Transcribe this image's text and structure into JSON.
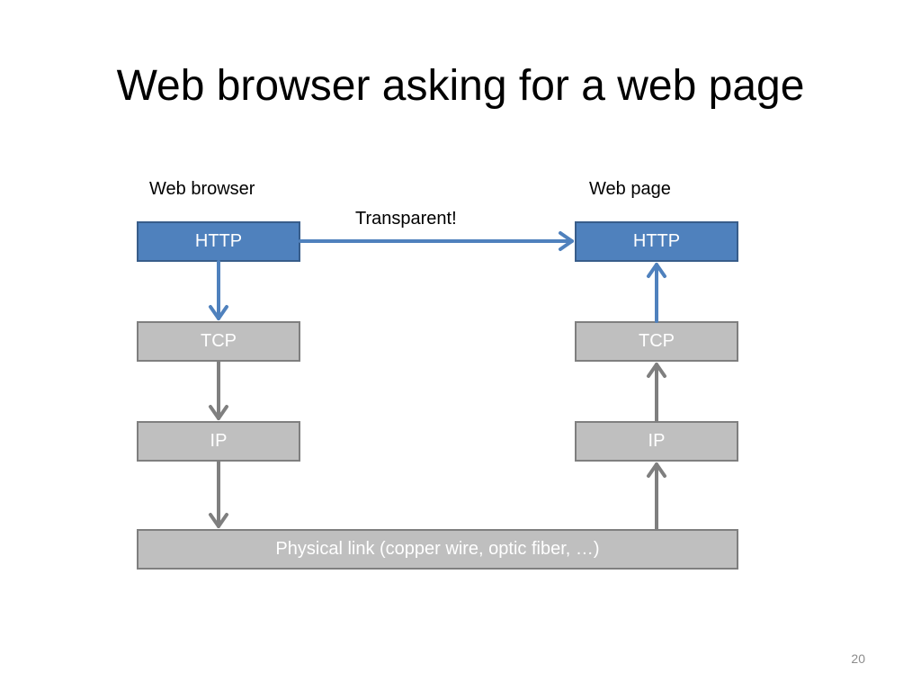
{
  "title": "Web browser asking for a web page",
  "left_stack": {
    "heading": "Web browser",
    "layers": [
      "HTTP",
      "TCP",
      "IP"
    ]
  },
  "right_stack": {
    "heading": "Web page",
    "layers": [
      "HTTP",
      "TCP",
      "IP"
    ]
  },
  "transparent_label": "Transparent!",
  "physical_link": "Physical link (copper wire, optic fiber, …)",
  "page_number": "20",
  "colors": {
    "app_layer": "#4f81bd",
    "lower_layer": "#bfbfbf",
    "app_arrow": "#4f81bd",
    "lower_arrow": "#7f7f7f"
  }
}
